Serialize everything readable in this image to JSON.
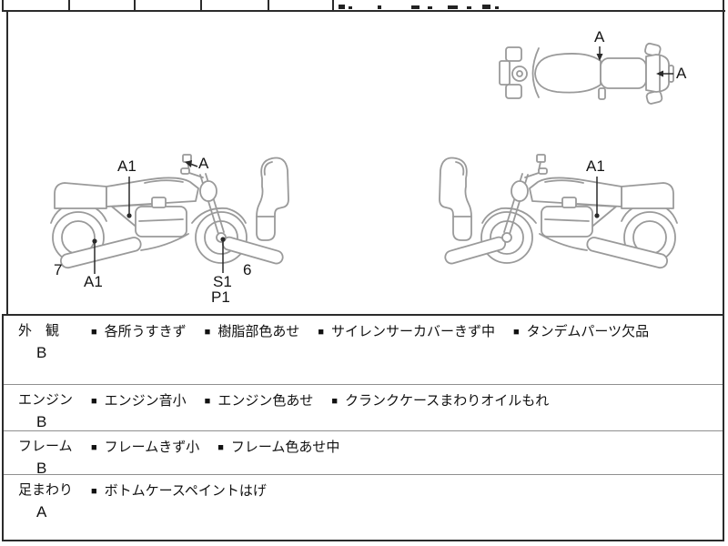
{
  "colors": {
    "sketch_line": "#9a9a9a",
    "border": "#2b2b2b",
    "ink": "#111111"
  },
  "diagram_labels": {
    "top_view_seat": "A",
    "top_view_rear": "A",
    "left_view_tank": "A1",
    "left_view_mirror": "A",
    "left_view_exhaust": "A1",
    "left_view_hub_line1": "S1",
    "left_view_hub_line2": "P1",
    "left_view_number_left": "7",
    "left_view_number_right": "6",
    "right_view_frame": "A1"
  },
  "condition_table": {
    "bullet": "■",
    "rows": [
      {
        "label": "外　観",
        "grade": "B",
        "notes": [
          "各所うすきず",
          "樹脂部色あせ",
          "サイレンサーカバーきず中",
          "タンデムパーツ欠品"
        ]
      },
      {
        "label": "エンジン",
        "grade": "B",
        "notes": [
          "エンジン音小",
          "エンジン色あせ",
          "クランクケースまわりオイルもれ"
        ]
      },
      {
        "label": "フレーム",
        "grade": "B",
        "notes": [
          "フレームきず小",
          "フレーム色あせ中"
        ]
      },
      {
        "label": "足まわり",
        "grade": "A",
        "notes": [
          "ボトムケースペイントはげ"
        ]
      }
    ]
  }
}
